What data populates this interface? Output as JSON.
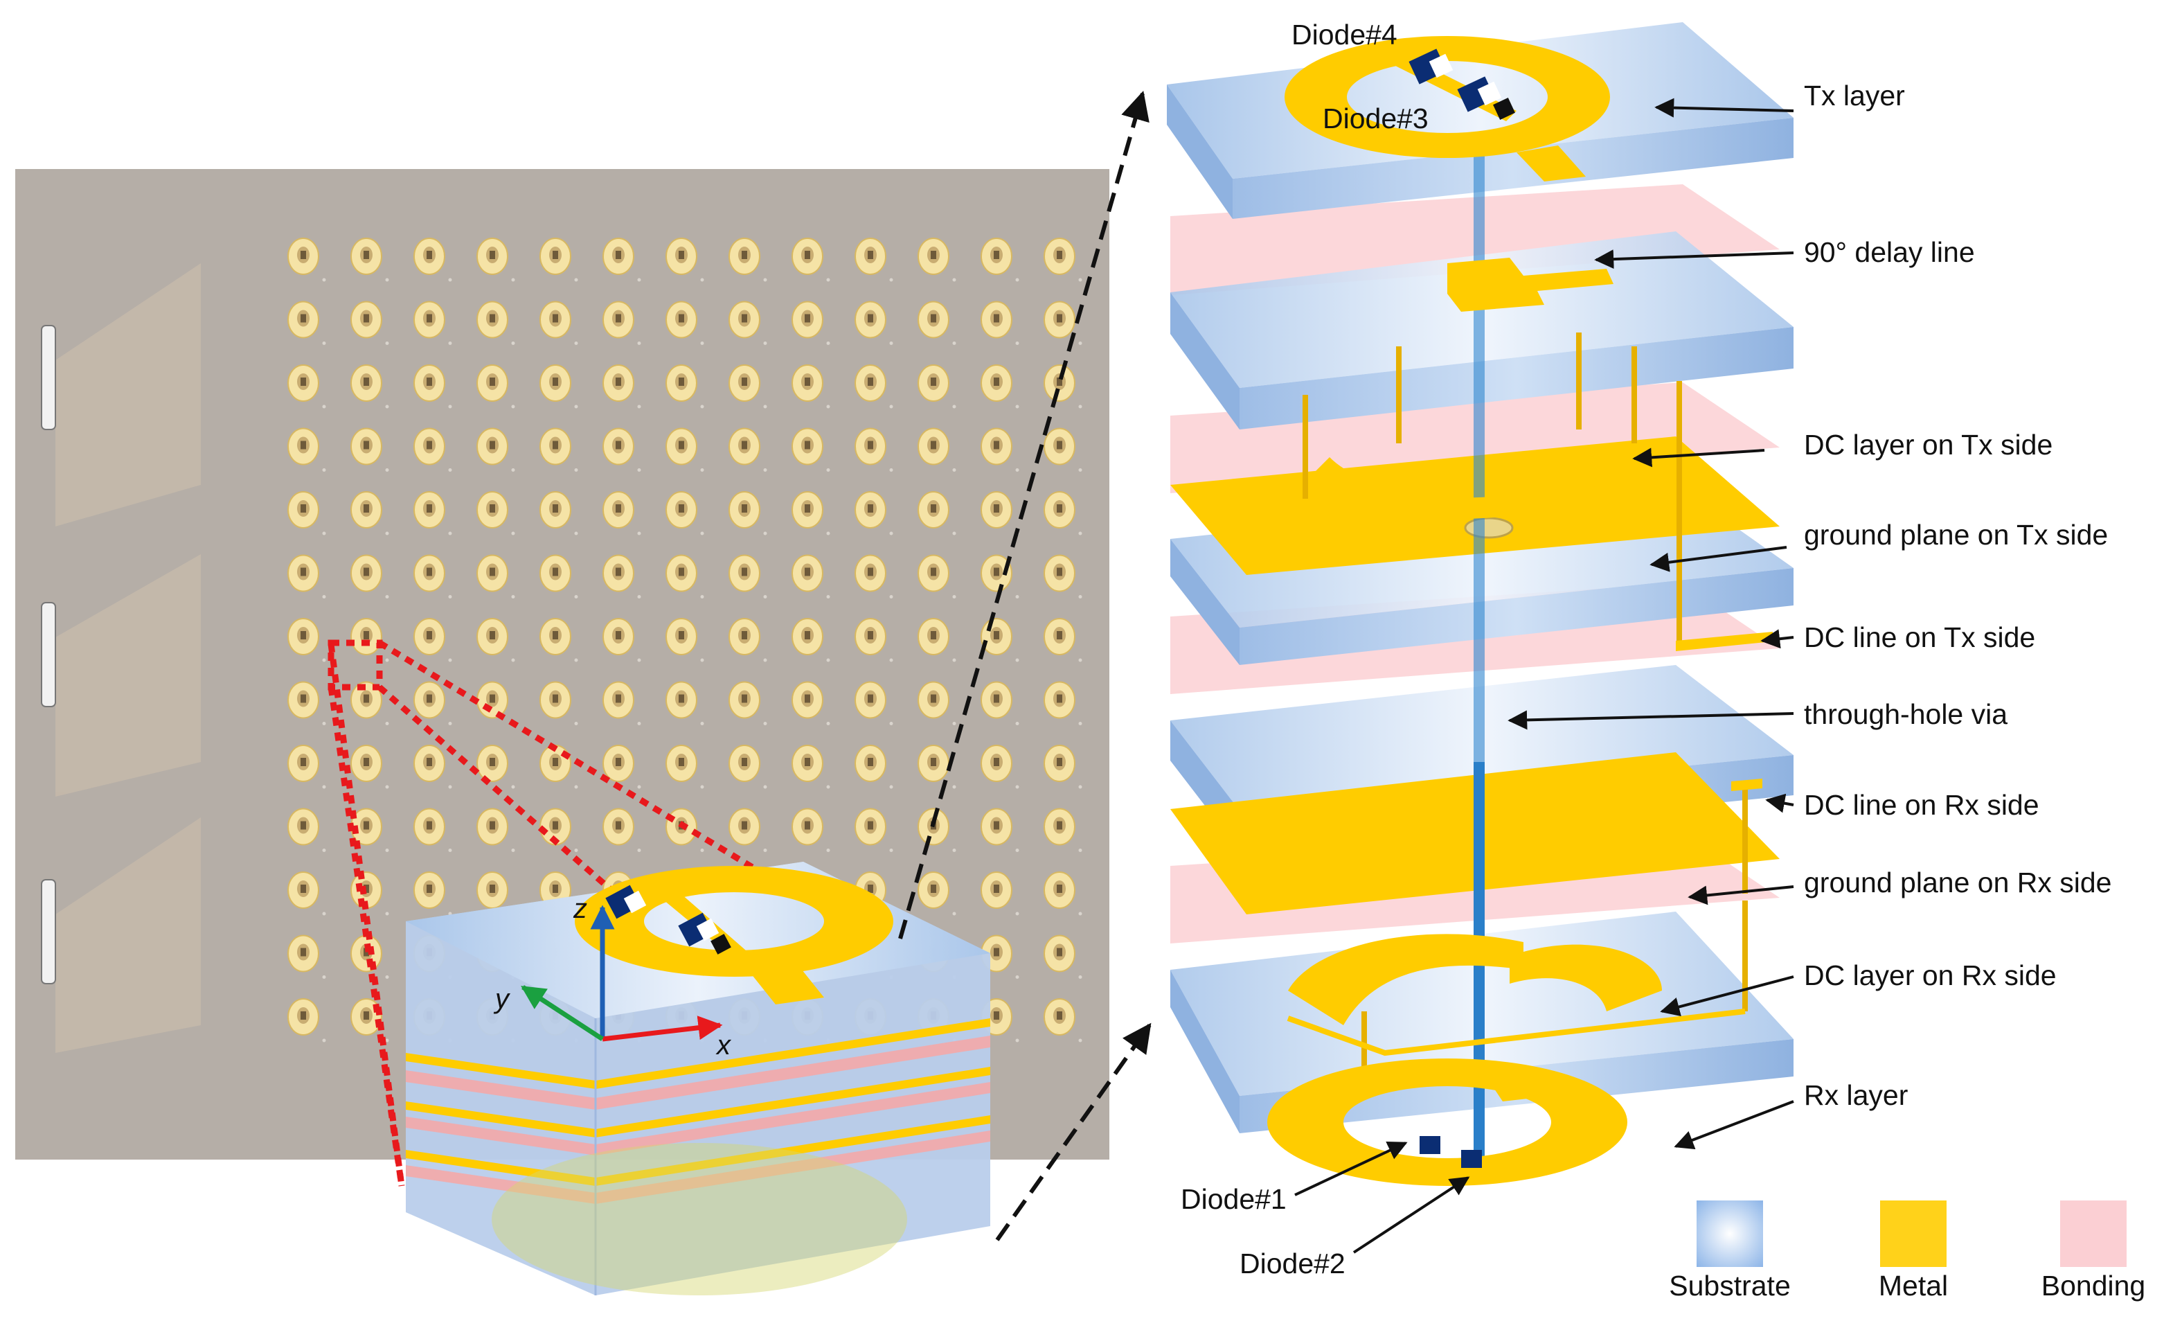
{
  "labels": {
    "diode4": "Diode#4",
    "diode3": "Diode#3",
    "diode1": "Diode#1",
    "diode2": "Diode#2",
    "tx_layer": "Tx layer",
    "delay_line": "90° delay line",
    "dc_layer_tx": "DC layer on Tx side",
    "ground_tx": "ground plane on Tx side",
    "dc_line_tx": "DC line on Tx side",
    "via": "through-hole via",
    "dc_line_rx": "DC line on Rx side",
    "ground_rx": "ground plane on Rx side",
    "dc_layer_rx": "DC layer on Rx side",
    "rx_layer": "Rx layer"
  },
  "axes": {
    "x": "x",
    "y": "y",
    "z": "z"
  },
  "legend": [
    {
      "label": "Substrate",
      "color": "#a9c8ec"
    },
    {
      "label": "Metal",
      "color": "#ffd21a"
    },
    {
      "label": "Bonding",
      "color": "#fbcfd3"
    }
  ],
  "colors": {
    "substrate": "#a9c8ec",
    "metal": "#ffcc00",
    "bonding": "#fbd0d4",
    "photo_background": "#b4aca5",
    "unit_cell": "#f5e3a6",
    "zoom_lines": "#e8191c",
    "arrows": "#111111"
  },
  "array": {
    "rows": 13,
    "cols": 13
  }
}
